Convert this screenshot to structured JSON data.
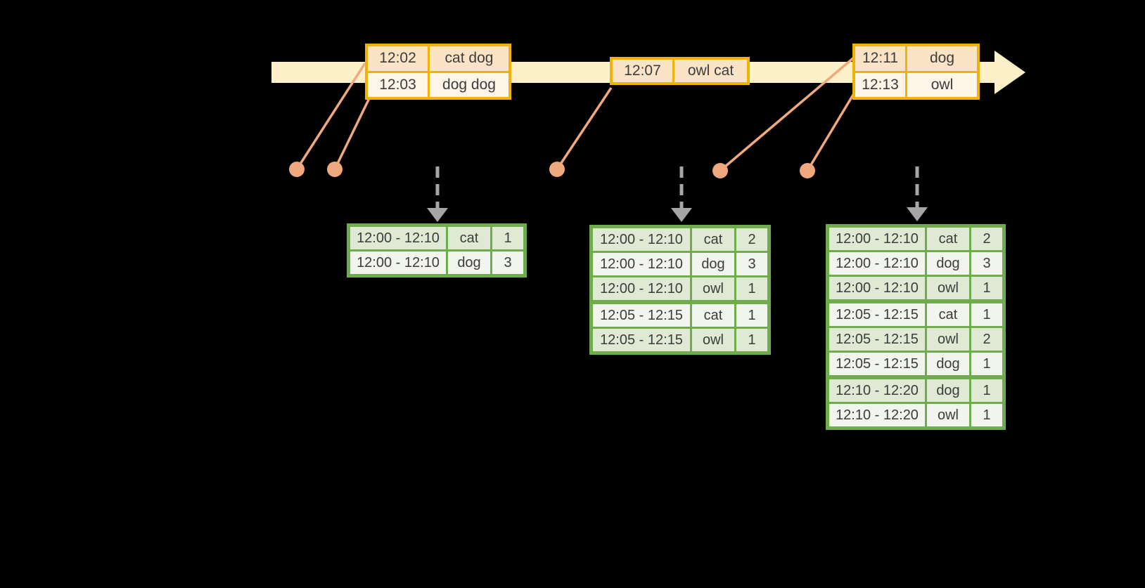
{
  "colors": {
    "background": "#000000",
    "band": "#FBF0C7",
    "gold": "#F0B207",
    "peach": "#FBE4C6",
    "cream": "#FDF5E7",
    "salmon": "#F0A87E",
    "gray-arrow": "#A6A6A6",
    "green": "#6FAC4B",
    "cell-dark": "#DFE9D3",
    "cell-light": "#F2F5EE",
    "text": "#3C3C3C"
  },
  "timeline": {
    "events": [
      {
        "time": "12:02",
        "words": "cat dog"
      },
      {
        "time": "12:03",
        "words": "dog dog"
      },
      {
        "time": "12:07",
        "words": "owl cat"
      },
      {
        "time": "12:11",
        "words": "dog"
      },
      {
        "time": "12:13",
        "words": "owl"
      }
    ]
  },
  "results": {
    "table1": {
      "rows": [
        {
          "window": "12:00 - 12:10",
          "word": "cat",
          "count": "1"
        },
        {
          "window": "12:00 - 12:10",
          "word": "dog",
          "count": "3"
        }
      ]
    },
    "table2": {
      "rows": [
        {
          "window": "12:00 - 12:10",
          "word": "cat",
          "count": "2"
        },
        {
          "window": "12:00 - 12:10",
          "word": "dog",
          "count": "3"
        },
        {
          "window": "12:00 - 12:10",
          "word": "owl",
          "count": "1"
        },
        {
          "window": "12:05 - 12:15",
          "word": "cat",
          "count": "1"
        },
        {
          "window": "12:05 - 12:15",
          "word": "owl",
          "count": "1"
        }
      ]
    },
    "table3": {
      "rows": [
        {
          "window": "12:00 - 12:10",
          "word": "cat",
          "count": "2"
        },
        {
          "window": "12:00 - 12:10",
          "word": "dog",
          "count": "3"
        },
        {
          "window": "12:00 - 12:10",
          "word": "owl",
          "count": "1"
        },
        {
          "window": "12:05 - 12:15",
          "word": "cat",
          "count": "1"
        },
        {
          "window": "12:05 - 12:15",
          "word": "owl",
          "count": "2"
        },
        {
          "window": "12:05 - 12:15",
          "word": "dog",
          "count": "1"
        },
        {
          "window": "12:10 - 12:20",
          "word": "dog",
          "count": "1"
        },
        {
          "window": "12:10 - 12:20",
          "word": "owl",
          "count": "1"
        }
      ]
    }
  }
}
